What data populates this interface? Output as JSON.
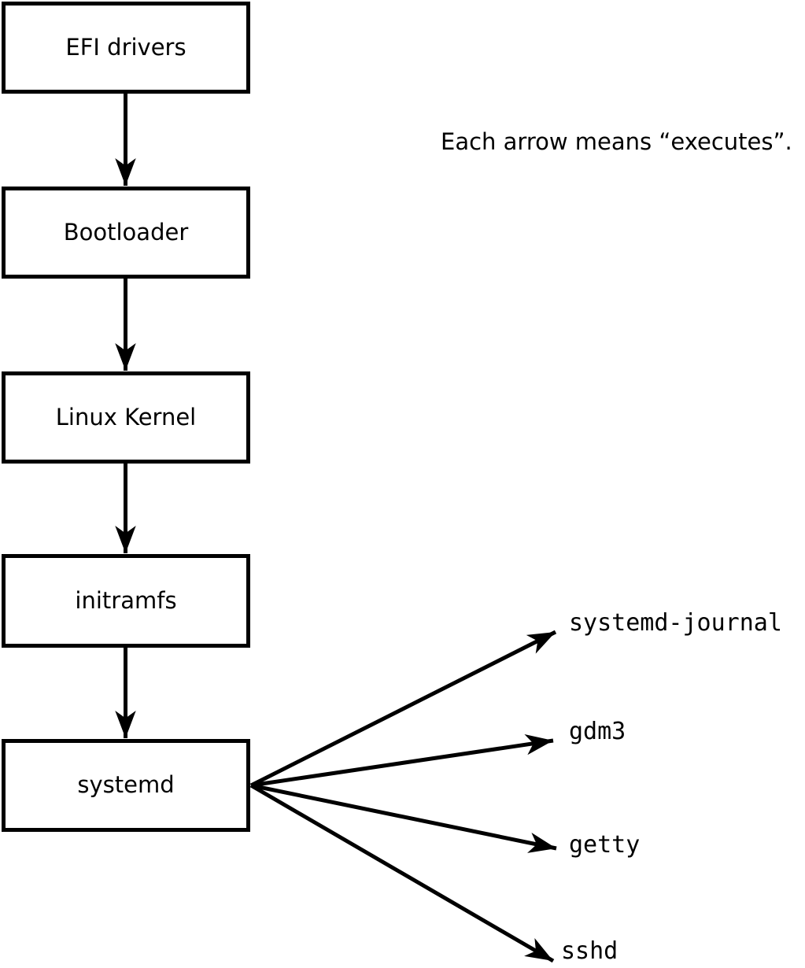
{
  "note": "Each arrow means “executes”.",
  "chain": [
    {
      "label": "EFI drivers"
    },
    {
      "label": "Bootloader"
    },
    {
      "label": "Linux Kernel"
    },
    {
      "label": "initramfs"
    },
    {
      "label": "systemd"
    }
  ],
  "spawned": [
    {
      "label": "systemd-journal"
    },
    {
      "label": "gdm3"
    },
    {
      "label": "getty"
    },
    {
      "label": "sshd"
    }
  ],
  "colors": {
    "line": "#000000",
    "background": "#ffffff",
    "box_fill": "#ffffff"
  }
}
